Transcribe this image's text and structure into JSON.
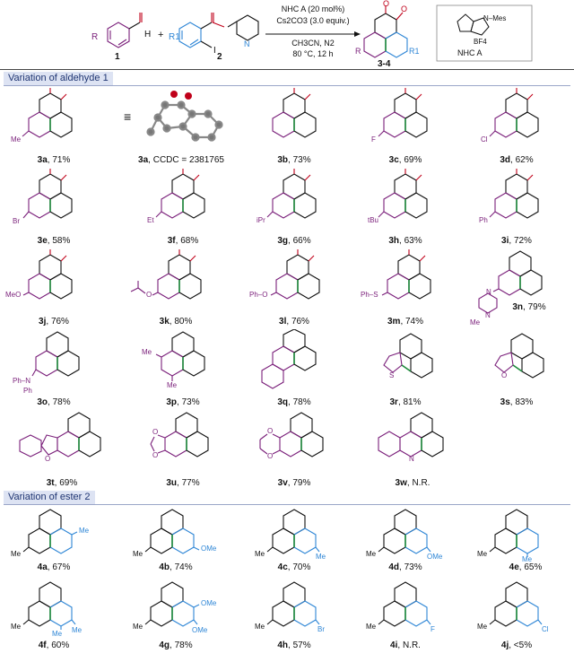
{
  "scheme": {
    "label_aldehyde": "1",
    "label_ester": "2",
    "label_product": "3-4",
    "label_catalyst": "NHC A",
    "cond_1": "NHC A (20 mol%)",
    "cond_2": "Cs2CO3 (3.0 equiv.)",
    "cond_3": "CH3CN, N2",
    "cond_4": "80 °C, 12 h",
    "plus": "+",
    "sub_R": "R",
    "sub_R1": "R1",
    "sub_I": "I",
    "sub_H": "H",
    "sub_N_Mes": "N–Mes",
    "sub_BF4": "BF4",
    "sub_N": "N",
    "equiv_sign": "≡",
    "colors": {
      "aldehyde": "#7a1f7a",
      "ester": "#2e86d6",
      "newbond": "#1b8a3a",
      "oxygen": "#c0001a"
    }
  },
  "sections": {
    "aldehyde": "Variation of aldehyde 1",
    "ester": "Variation of ester 2"
  },
  "entries": [
    {
      "id": "3a",
      "yield": "71%",
      "sub": "Me"
    },
    {
      "id": "3a",
      "yield": "CCDC = 2381765",
      "sub": ""
    },
    {
      "id": "3b",
      "yield": "73%",
      "sub": ""
    },
    {
      "id": "3c",
      "yield": "69%",
      "sub": "F"
    },
    {
      "id": "3d",
      "yield": "62%",
      "sub": "Cl"
    },
    {
      "id": "3e",
      "yield": "58%",
      "sub": "Br"
    },
    {
      "id": "3f",
      "yield": "68%",
      "sub": "Et"
    },
    {
      "id": "3g",
      "yield": "66%",
      "sub": "iPr"
    },
    {
      "id": "3h",
      "yield": "63%",
      "sub": "tBu"
    },
    {
      "id": "3i",
      "yield": "72%",
      "sub": "Ph"
    },
    {
      "id": "3j",
      "yield": "76%",
      "sub": "MeO"
    },
    {
      "id": "3k",
      "yield": "80%",
      "sub": "O"
    },
    {
      "id": "3l",
      "yield": "76%",
      "sub": "Ph–O"
    },
    {
      "id": "3m",
      "yield": "74%",
      "sub": "Ph–S"
    },
    {
      "id": "3n",
      "yield": "79%",
      "sub": "N",
      "sub2": "N",
      "sub3": "Me"
    },
    {
      "id": "3o",
      "yield": "78%",
      "sub": "Ph–N",
      "sub2": "Ph"
    },
    {
      "id": "3p",
      "yield": "73%",
      "sub": "Me",
      "sub2": "Me"
    },
    {
      "id": "3q",
      "yield": "78%",
      "sub": ""
    },
    {
      "id": "3r",
      "yield": "81%",
      "sub": "S"
    },
    {
      "id": "3s",
      "yield": "83%",
      "sub": "O"
    },
    {
      "id": "3t",
      "yield": "69%",
      "sub": "O"
    },
    {
      "id": "3u",
      "yield": "77%",
      "sub": "O",
      "sub2": "O"
    },
    {
      "id": "3v",
      "yield": "79%",
      "sub": "O",
      "sub2": "O"
    },
    {
      "id": "3w",
      "yield": "N.R.",
      "sub": "N"
    },
    {
      "id": "4a",
      "yield": "67%",
      "sub": "Me",
      "sub2": "Me"
    },
    {
      "id": "4b",
      "yield": "74%",
      "sub": "Me",
      "sub2": "OMe"
    },
    {
      "id": "4c",
      "yield": "70%",
      "sub": "Me",
      "sub2": "Me"
    },
    {
      "id": "4d",
      "yield": "73%",
      "sub": "Me",
      "sub2": "OMe"
    },
    {
      "id": "4e",
      "yield": "65%",
      "sub": "Me",
      "sub2": "Me"
    },
    {
      "id": "4f",
      "yield": "60%",
      "sub": "Me",
      "sub2": "Me",
      "sub3": "Me"
    },
    {
      "id": "4g",
      "yield": "78%",
      "sub": "Me",
      "sub2": "OMe",
      "sub3": "OMe"
    },
    {
      "id": "4h",
      "yield": "57%",
      "sub": "Me",
      "sub2": "Br"
    },
    {
      "id": "4i",
      "yield": "N.R.",
      "sub": "Me",
      "sub2": "F"
    },
    {
      "id": "4j",
      "yield": "<5%",
      "sub": "Me",
      "sub2": "Cl"
    }
  ]
}
